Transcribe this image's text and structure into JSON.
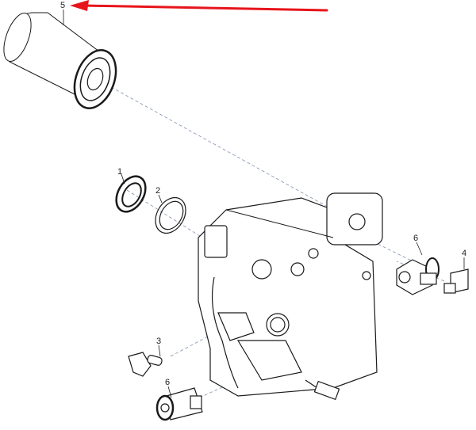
{
  "diagram": {
    "type": "exploded-parts-view",
    "highlight_color": "#e8141b",
    "line_color": "#1a1a1a",
    "leader_color": "#7f8fb0",
    "callouts": [
      {
        "id": "1",
        "label": "1",
        "part": "seal-ring"
      },
      {
        "id": "2",
        "label": "2",
        "part": "retaining-clip"
      },
      {
        "id": "3",
        "label": "3",
        "part": "speed-sensor"
      },
      {
        "id": "4",
        "label": "4",
        "part": "connector-plug"
      },
      {
        "id": "5",
        "label": "5",
        "part": "filter-cartridge"
      },
      {
        "id": "6a",
        "label": "6",
        "part": "solenoid-valve-upper"
      },
      {
        "id": "6b",
        "label": "6",
        "part": "solenoid-valve-lower"
      }
    ],
    "arrow": {
      "points_to": "5",
      "color": "#e8141b"
    }
  }
}
